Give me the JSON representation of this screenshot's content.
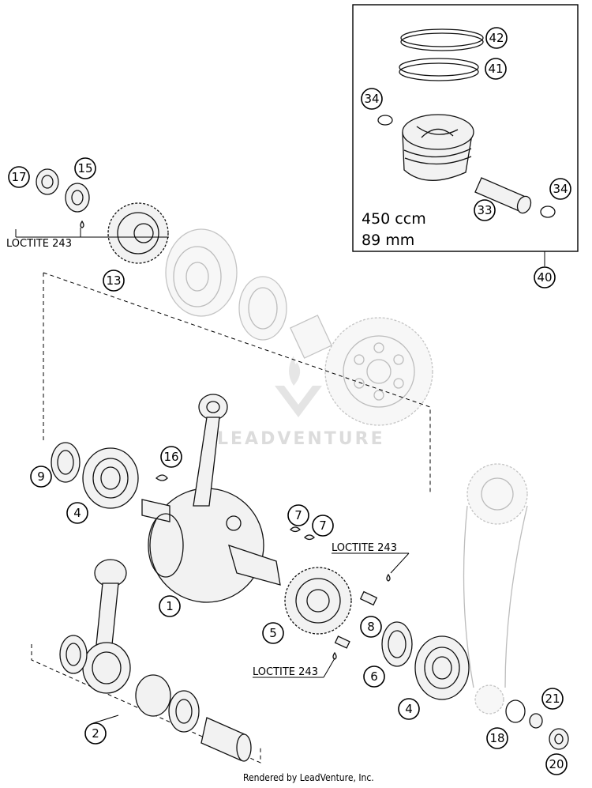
{
  "callouts": [
    {
      "id": "c42",
      "label": "42"
    },
    {
      "id": "c41",
      "label": "41"
    },
    {
      "id": "c34a",
      "label": "34"
    },
    {
      "id": "c34b",
      "label": "34"
    },
    {
      "id": "c33",
      "label": "33"
    },
    {
      "id": "c40",
      "label": "40"
    },
    {
      "id": "c17",
      "label": "17"
    },
    {
      "id": "c15",
      "label": "15"
    },
    {
      "id": "c13",
      "label": "13"
    },
    {
      "id": "c16",
      "label": "16"
    },
    {
      "id": "c9",
      "label": "9"
    },
    {
      "id": "c4a",
      "label": "4"
    },
    {
      "id": "c7a",
      "label": "7"
    },
    {
      "id": "c7b",
      "label": "7"
    },
    {
      "id": "c1",
      "label": "1"
    },
    {
      "id": "c5",
      "label": "5"
    },
    {
      "id": "c8",
      "label": "8"
    },
    {
      "id": "c6",
      "label": "6"
    },
    {
      "id": "c4b",
      "label": "4"
    },
    {
      "id": "c2",
      "label": "2"
    },
    {
      "id": "c21",
      "label": "21"
    },
    {
      "id": "c18",
      "label": "18"
    },
    {
      "id": "c20",
      "label": "20"
    }
  ],
  "notes": {
    "loctite_top": "LOCTITE 243",
    "loctite_right": "LOCTITE 243",
    "loctite_bottom": "LOCTITE 243"
  },
  "piston_spec": {
    "displacement": "450 ccm",
    "bore": "89 mm"
  },
  "watermark": "LEADVENTURE",
  "footer": "Rendered by LeadVenture, Inc."
}
